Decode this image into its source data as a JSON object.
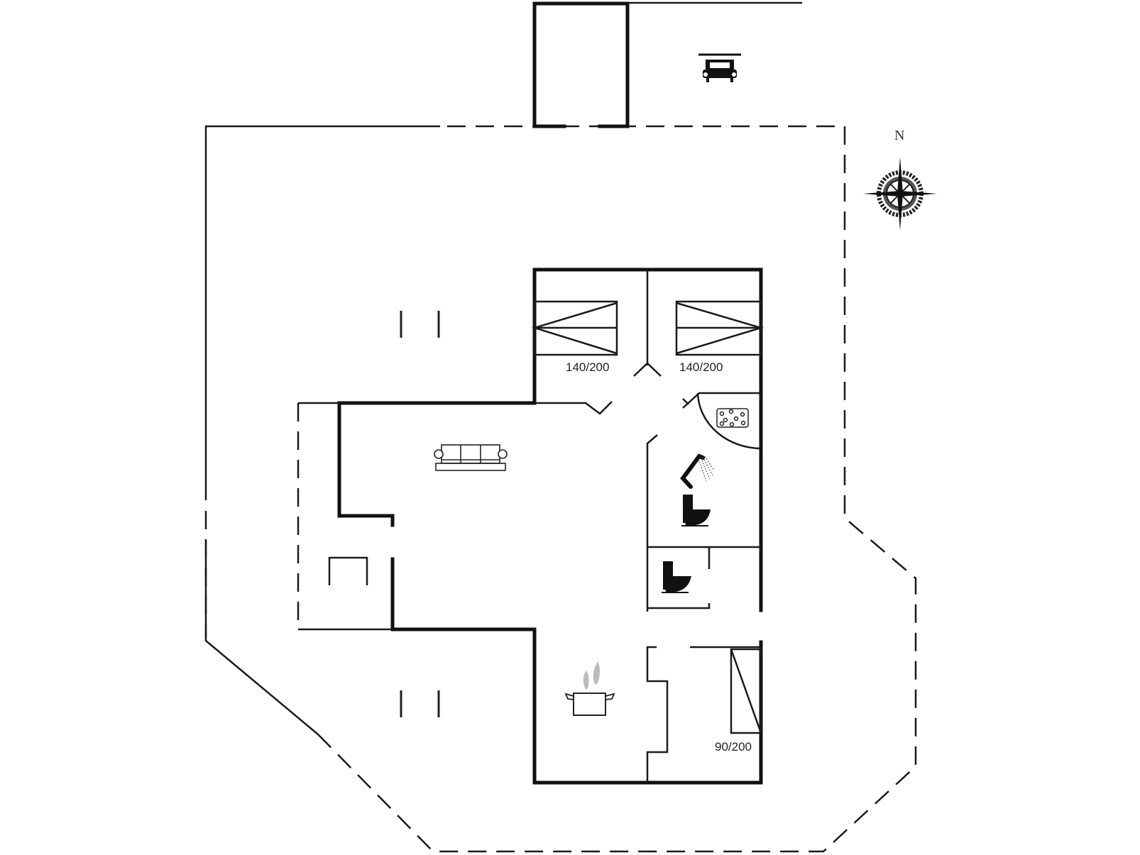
{
  "plan": {
    "compass": {
      "label": "N"
    },
    "beds": [
      {
        "id": "bedroom-1",
        "size": "140/200"
      },
      {
        "id": "bedroom-2",
        "size": "140/200"
      },
      {
        "id": "bedroom-3",
        "size": "90/200"
      }
    ],
    "icons": [
      "car-icon",
      "compass-rose-icon",
      "double-bed-icon",
      "sofa-icon",
      "shower-icon",
      "toilet-icon",
      "jacuzzi-icon",
      "cooking-pot-icon",
      "single-bed-icon",
      "table-icon"
    ],
    "colors": {
      "line": "#111111",
      "background": "#ffffff",
      "steam": "#b0b0b0"
    }
  }
}
